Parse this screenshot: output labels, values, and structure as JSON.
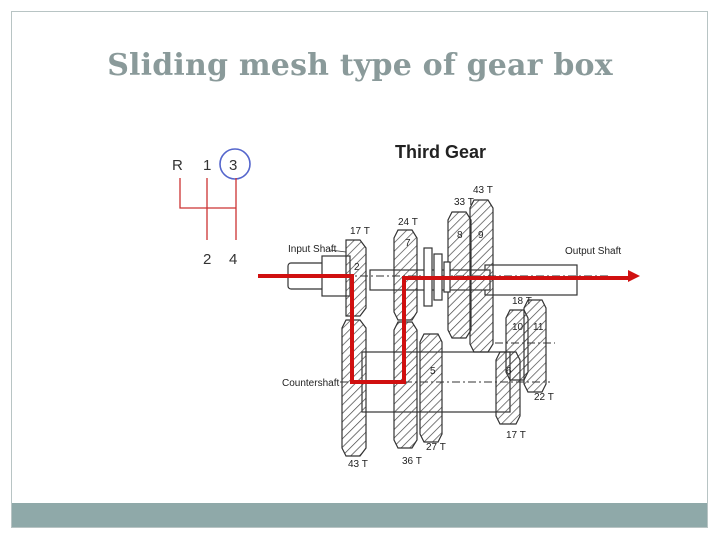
{
  "slide": {
    "title": "Sliding mesh type of gear box"
  },
  "diagram": {
    "heading": "Third Gear",
    "shift_pattern": {
      "top_labels": [
        "R",
        "1",
        "3"
      ],
      "bottom_labels": [
        "2",
        "4"
      ],
      "selected": "3"
    },
    "shaft_labels": {
      "input": "Input Shaft",
      "output": "Output Shaft",
      "counter": "Countershaft"
    },
    "tooth_labels": {
      "t17_top": "17 T",
      "t24": "24 T",
      "t33": "33 T",
      "t43_top": "43 T",
      "t18": "18 T",
      "t22": "22 T",
      "t17_bottom": "17 T",
      "t27": "27 T",
      "t36": "36 T",
      "t43_bottom": "43 T"
    },
    "gear_numbers": {
      "g2": "2",
      "g7": "7",
      "g8": "8",
      "g9": "9",
      "g5": "5",
      "g6": "6",
      "g10": "10",
      "g11": "11"
    },
    "colors": {
      "power_path": "#d01010",
      "selected_ring": "#5566cc",
      "shift_lines": "#cc3333",
      "gear_outline": "#333333"
    }
  }
}
